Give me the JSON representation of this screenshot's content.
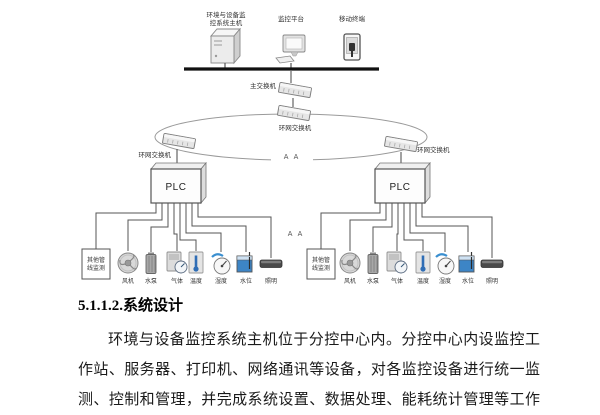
{
  "diagram": {
    "host_label_line1": "环境与设备监",
    "host_label_line2": "控系统主机",
    "platform_label": "监控平台",
    "mobile_label": "移动终端",
    "main_switch_label": "主交换机",
    "ring_switch_top_label": "环网交换机",
    "ring_switch_left_label": "环网交换机",
    "ring_switch_right_label": "环网交换机",
    "ring_break_mark": "A A",
    "branch_break_mark": "A A",
    "plc_left_label": "PLC",
    "plc_right_label": "PLC",
    "left_group": {
      "other_box_line1": "其他管",
      "other_box_line2": "线监测",
      "device_labels": [
        "风机",
        "水泵",
        "气体",
        "温度",
        "湿度",
        "水位",
        "照明"
      ]
    },
    "right_group": {
      "other_box_line1": "其他管",
      "other_box_line2": "线监测",
      "device_labels": [
        "风机",
        "水泵",
        "气体",
        "温度",
        "湿度",
        "水位",
        "照明"
      ]
    },
    "colors": {
      "accent_blue": "#3d85c6",
      "line_gray": "#555555",
      "bus_black": "#111111"
    }
  },
  "content": {
    "heading": "5.1.1.2.系统设计",
    "paragraph_lines": [
      "环境与设备监控系统主机位于分控中心内。分控中心内设监控工",
      "作站、服务器、打印机、网络通讯等设备，对各监控设备进行统一监",
      "测、控制和管理，并完成系统设置、数据处理、能耗统计管理等工作"
    ]
  }
}
